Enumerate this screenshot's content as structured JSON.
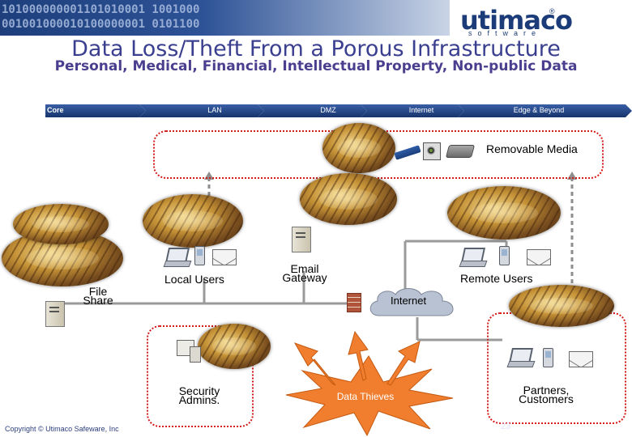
{
  "header": {
    "binary_lines": [
      "101000000001101010001 1001000",
      "001001000010100000001 0101100"
    ],
    "logo": "utimaco",
    "logo_sub": "software",
    "logo_reg": "®"
  },
  "title": "Data Loss/Theft From a Porous Infrastructure",
  "subtitle": "Personal, Medical, Financial, Intellectual Property, Non-public Data",
  "zones": [
    "Core",
    "LAN",
    "DMZ",
    "Internet",
    "Edge & Beyond"
  ],
  "labels": {
    "removable_media": "Removable Media",
    "local_users": "Local Users",
    "email_gateway_1": "Email",
    "email_gateway_2": "Gateway",
    "remote_users": "Remote Users",
    "file_share_1": "File",
    "file_share_2": "Share",
    "internet": "Internet",
    "security_admins_1": "Security",
    "security_admins_2": "Admins.",
    "data_thieves": "Data Thieves",
    "partners_1": "Partners,",
    "partners_2": "Customers"
  },
  "colors": {
    "title": "#3a3f8f",
    "zone_bar": "#1f3d78",
    "dotted_border": "#d61a1a",
    "burst_fill": "#f07e2e",
    "connector": "#9a9a9a"
  },
  "icons": [
    "money-stack-icon",
    "laptop-icon",
    "pda-icon",
    "envelope-icon",
    "server-icon",
    "desktop-icon",
    "usb-drive-icon",
    "disk-icon",
    "hard-drive-icon",
    "firewall-icon",
    "cloud-icon"
  ],
  "footer": {
    "copyright": "Copyright © Utimaco Safeware, Inc",
    "page_number": "23"
  }
}
